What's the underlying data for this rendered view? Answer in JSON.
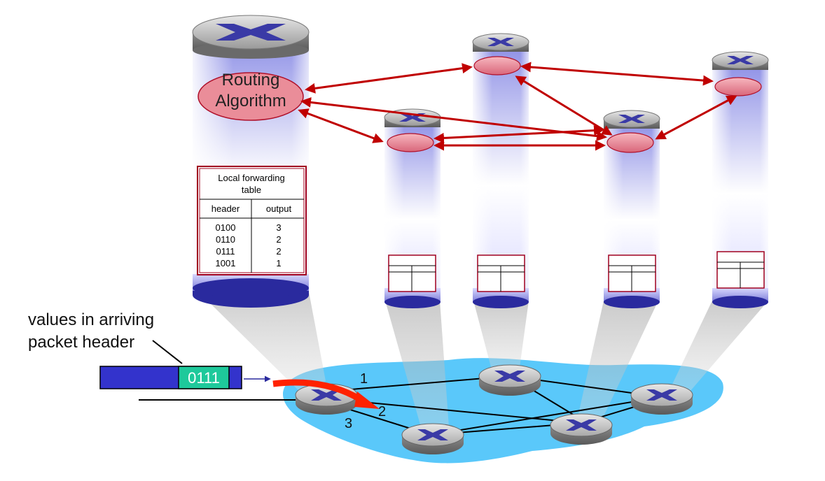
{
  "routing_algorithm": {
    "line1": "Routing",
    "line2": "Algorithm"
  },
  "forwarding_table": {
    "title_line1": "Local forwarding",
    "title_line2": "table",
    "col_header": "header",
    "col_output": "output",
    "rows": [
      {
        "header": "0100",
        "output": "3"
      },
      {
        "header": "0110",
        "output": "2"
      },
      {
        "header": "0111",
        "output": "2"
      },
      {
        "header": "1001",
        "output": "1"
      }
    ]
  },
  "arriving_label": {
    "line1": "values in arriving",
    "line2": "packet header"
  },
  "packet": {
    "header_value": "0111"
  },
  "ports": {
    "p1": "1",
    "p2": "2",
    "p3": "3"
  },
  "colors": {
    "arrow_red": "#c00000",
    "network_blue": "#5ac8fa",
    "packet_blue": "#3333cc",
    "packet_green": "#1ec99b",
    "table_border": "#a0001e",
    "router_blue": "#2a2a9e"
  }
}
